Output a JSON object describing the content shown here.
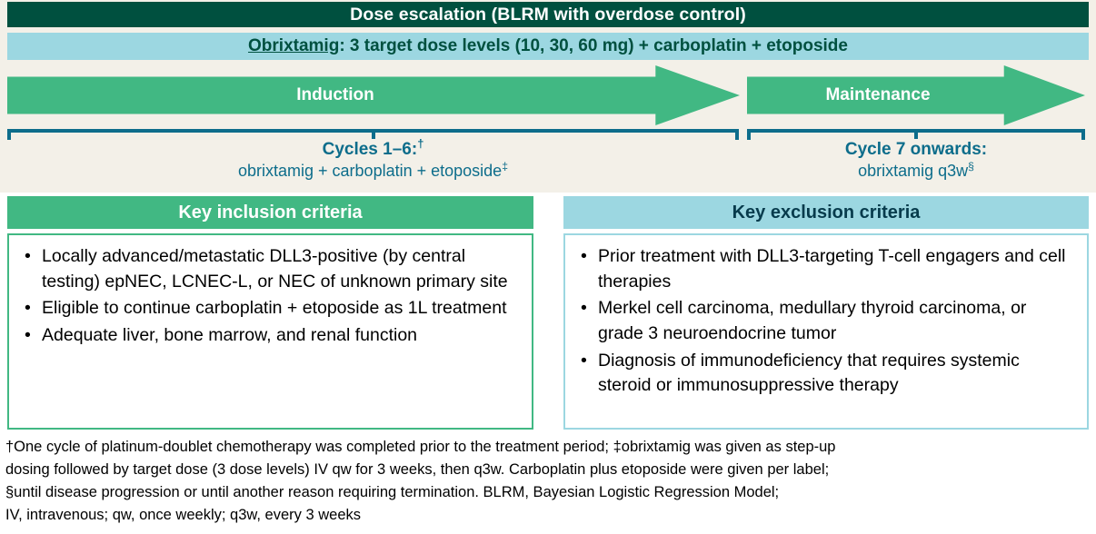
{
  "colors": {
    "dark_green": "#00503f",
    "light_blue": "#9cd7e1",
    "arrow_green": "#41b883",
    "teal_text": "#0d6d8b",
    "cream_bg": "#f3f0e8",
    "white": "#ffffff",
    "black": "#000000"
  },
  "banner": {
    "dose_escalation_title": "Dose escalation (BLRM with overdose control)",
    "drug_line": {
      "drug_name": "Obrixtamig",
      "rest": ": 3 target dose levels (10, 30, 60 mg) + carboplatin + etoposide"
    }
  },
  "phases": [
    {
      "label": "Induction"
    },
    {
      "label": "Maintenance"
    }
  ],
  "cycles": [
    {
      "title": "Cycles 1–6:",
      "title_sup": "†",
      "subtitle": "obrixtamig + carboplatin + etoposide",
      "subtitle_sup": "‡"
    },
    {
      "title": "Cycle 7 onwards:",
      "title_sup": "",
      "subtitle": "obrixtamig q3w",
      "subtitle_sup": "§"
    }
  ],
  "criteria": {
    "inclusion": {
      "header": "Key inclusion criteria",
      "bullet_glyph": "•",
      "items": [
        "Locally advanced/metastatic DLL3-positive (by central testing) epNEC, LCNEC-L, or NEC of unknown primary site",
        "Eligible to continue carboplatin + etoposide as 1L treatment",
        "Adequate liver, bone marrow, and renal function"
      ]
    },
    "exclusion": {
      "header": "Key exclusion criteria",
      "bullet_glyph": "•",
      "items": [
        "Prior treatment with DLL3-targeting T-cell engagers and cell therapies",
        "Merkel cell carcinoma, medullary thyroid carcinoma, or grade 3 neuroendocrine tumor",
        "Diagnosis of immunodeficiency that requires systemic steroid or immunosuppressive therapy"
      ]
    }
  },
  "footnotes": {
    "line1": "†One cycle of platinum-doublet chemotherapy was completed prior to the treatment period; ‡obrixtamig was given as step-up",
    "line2": "dosing followed by target dose (3 dose levels) IV qw for 3 weeks, then q3w. Carboplatin plus etoposide were given per label;",
    "line3": "§until disease progression or until another reason requiring termination. BLRM, Bayesian Logistic Regression Model;",
    "line4": "IV, intravenous; qw, once weekly; q3w, every 3 weeks"
  }
}
